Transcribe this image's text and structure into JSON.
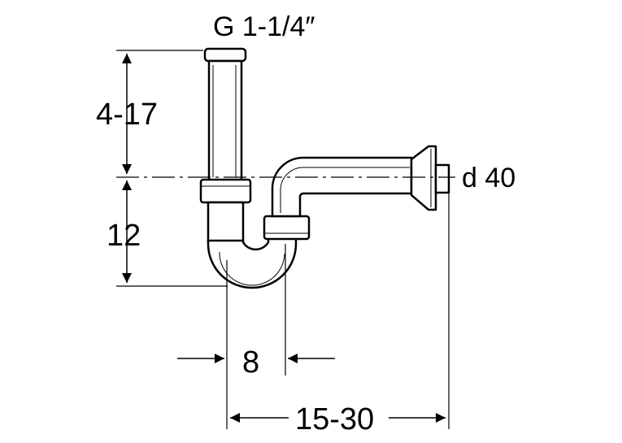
{
  "labels": {
    "thread": "G 1-1/4″",
    "height_upper": "4-17",
    "height_lower": "12",
    "outlet_diameter": "d 40",
    "offset": "8",
    "projection": "15-30"
  }
}
